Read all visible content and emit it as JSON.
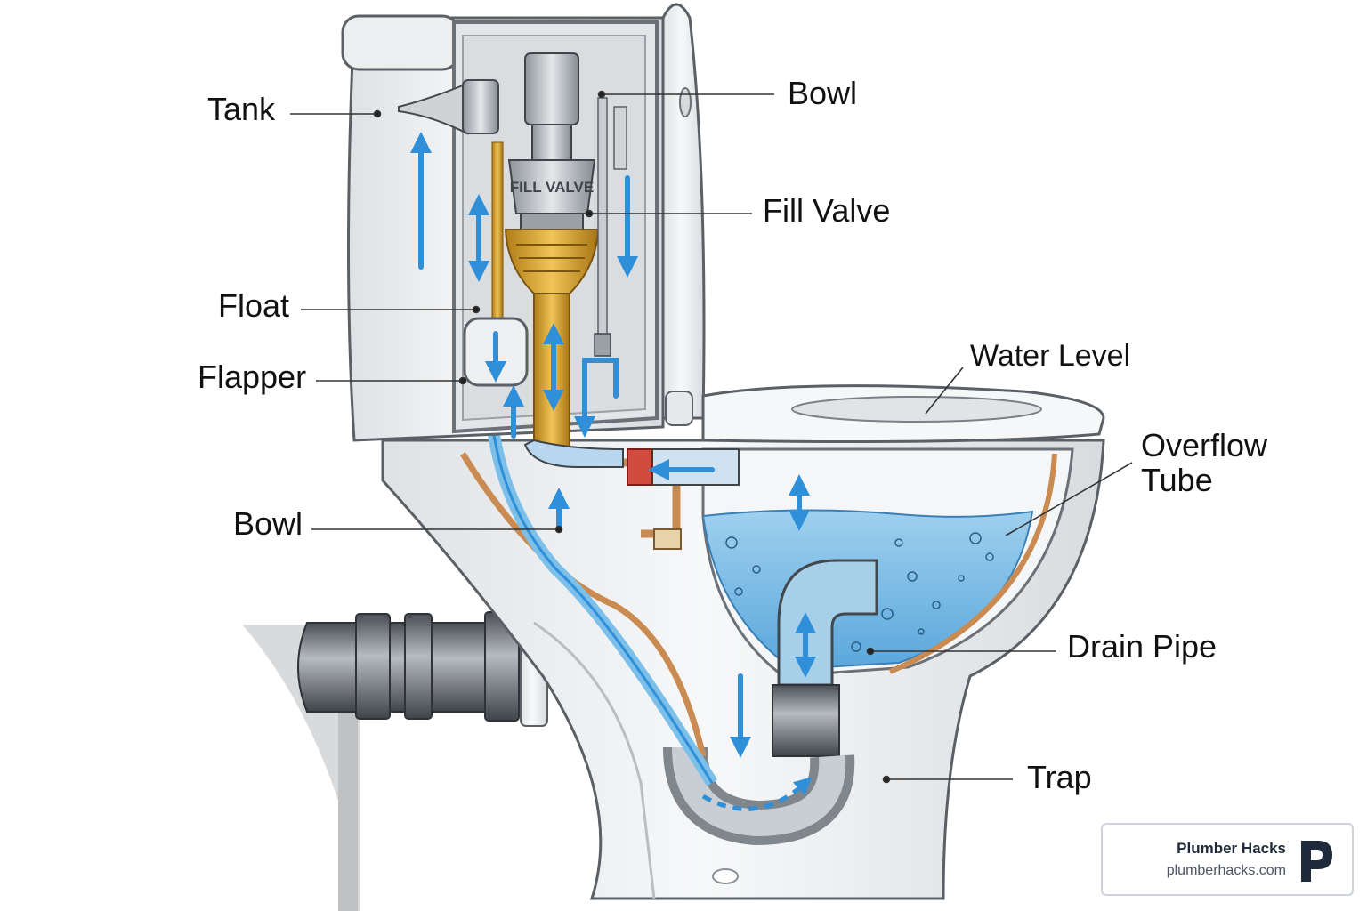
{
  "labels": {
    "tank": "Tank",
    "bowl_top": "Bowl",
    "fill_valve": "Fill Valve",
    "float": "Float",
    "flapper": "Flapper",
    "water_level": "Water Level",
    "overflow_tube_line1": "Overflow",
    "overflow_tube_line2": "Tube",
    "bowl_left": "Bowl",
    "drain_pipe": "Drain Pipe",
    "trap": "Trap"
  },
  "valve_text": "FILL VALVE",
  "branding": {
    "name": "Plumber Hacks",
    "url": "plumberhacks.com",
    "logo_letter": "P",
    "logo_color": "#1f2b3a"
  },
  "colors": {
    "water": "#2f8fd8",
    "water_fill": "#8fc6ea",
    "brass": "#d9a531",
    "copper": "#c98b52",
    "porcelain": "#eef0f2",
    "outline": "#5a6066",
    "leader_line": "#333333"
  },
  "icons": {
    "flow_arrow": "arrow-icon",
    "logo": "p-logo-icon"
  }
}
